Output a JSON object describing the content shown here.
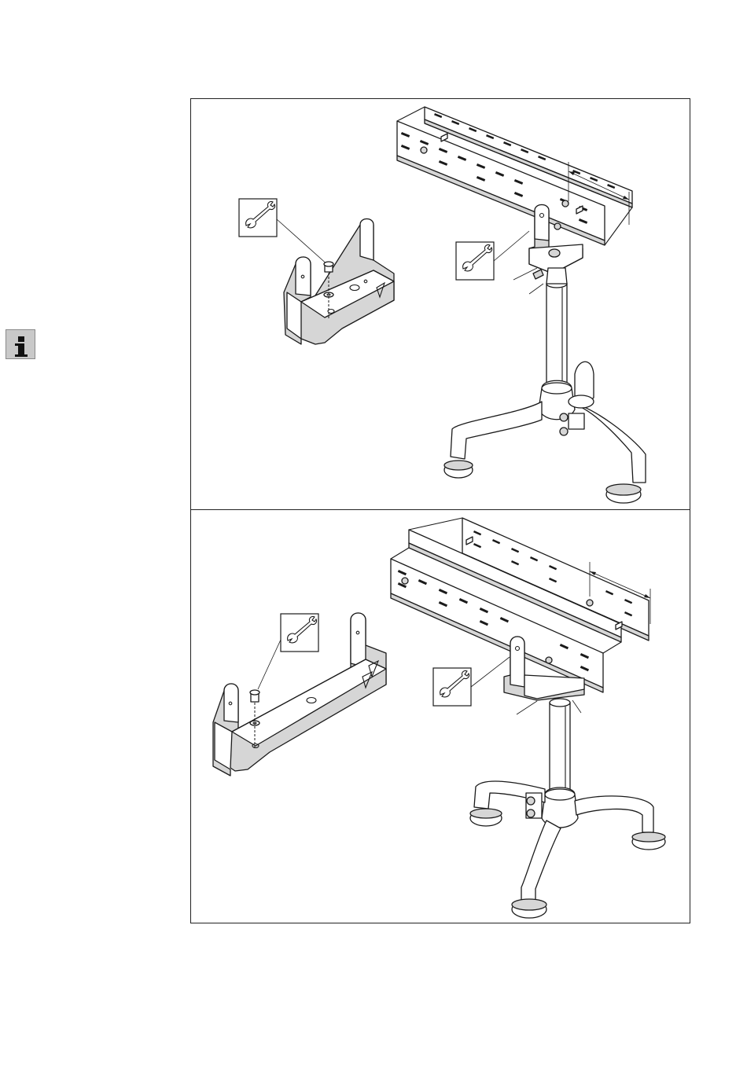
{
  "page": {
    "background": "#ffffff",
    "info_icon": {
      "name": "info-icon",
      "glyph": "i",
      "fill": "#c9c9c9"
    }
  },
  "figures": [
    {
      "name": "assembly-step-narrow-bracket",
      "tool_icon": "wrench-icon"
    },
    {
      "name": "assembly-step-wide-bracket",
      "tool_icon": "wrench-icon"
    }
  ]
}
